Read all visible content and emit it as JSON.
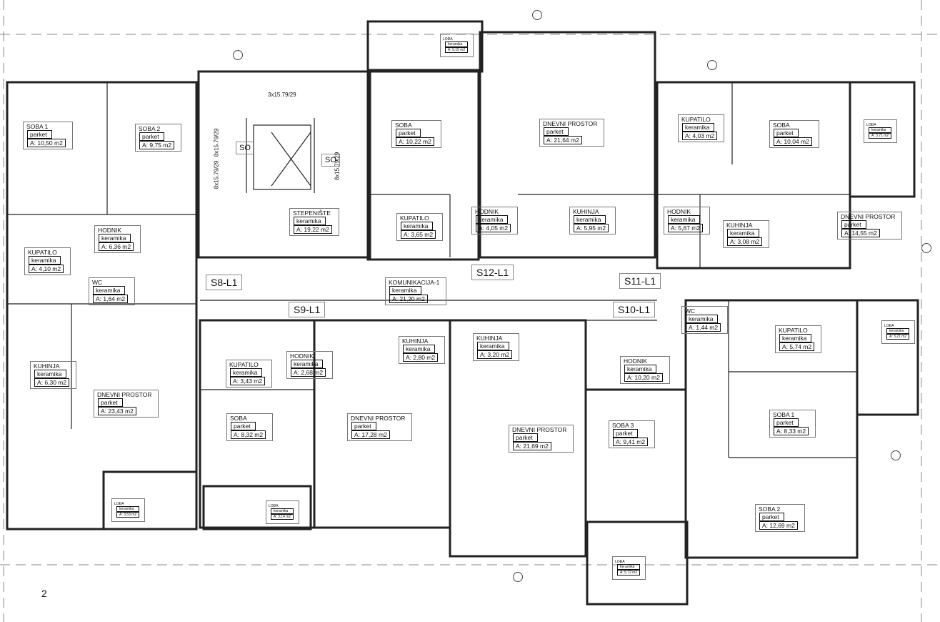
{
  "page_number": "2",
  "units": [
    "S8-L1",
    "S9-L1",
    "S10-L1",
    "S11-L1",
    "S12-L1"
  ],
  "stair": {
    "so1": "SO",
    "so2": "SO",
    "run1": "3x15.79/29",
    "run2": "8x15.79/29",
    "run3": "8x15.79/29",
    "run4": "8x15.79/29"
  },
  "rooms": [
    {
      "name": "SOBA 1",
      "finish": "parket",
      "area": "A: 10,50 m2"
    },
    {
      "name": "SOBA 2",
      "finish": "parket",
      "area": "A: 9,75 m2"
    },
    {
      "name": "SOBA",
      "finish": "parket",
      "area": "A: 10,22 m2"
    },
    {
      "name": "DNEVNI PROSTOR",
      "finish": "parket",
      "area": "A: 21,64 m2"
    },
    {
      "name": "KUPATILO",
      "finish": "keramika",
      "area": "A: 4,03 m2"
    },
    {
      "name": "SOBA",
      "finish": "parket",
      "area": "A: 10,04 m2"
    },
    {
      "name": "STEPENIŠTE",
      "finish": "keramika",
      "area": "A: 19,22 m2"
    },
    {
      "name": "KUPATILO",
      "finish": "keramika",
      "area": "A: 3,65 m2"
    },
    {
      "name": "HODNIK",
      "finish": "keramika",
      "area": "A: 4,05 m2"
    },
    {
      "name": "KUHINJA",
      "finish": "keramika",
      "area": "A: 5,95 m2"
    },
    {
      "name": "HODNIK",
      "finish": "keramika",
      "area": "A: 5,67 m2"
    },
    {
      "name": "KUHINJA",
      "finish": "keramika",
      "area": "A: 3,08 m2"
    },
    {
      "name": "DNEVNI PROSTOR",
      "finish": "parket",
      "area": "A: 14,55 m2"
    },
    {
      "name": "HODNIK",
      "finish": "keramika",
      "area": "A: 6,36 m2"
    },
    {
      "name": "KUPATILO",
      "finish": "keramika",
      "area": "A: 4,10 m2"
    },
    {
      "name": "WC",
      "finish": "keramika",
      "area": "A: 1,64 m2"
    },
    {
      "name": "KOMUNIKACIJA-1",
      "finish": "keramika",
      "area": "A: 21,20 m2"
    },
    {
      "name": "WC",
      "finish": "keramika",
      "area": "A: 1,44 m2"
    },
    {
      "name": "KUPATILO",
      "finish": "keramika",
      "area": "A: 5,74 m2"
    },
    {
      "name": "KUHINJA",
      "finish": "keramika",
      "area": "A: 2,80 m2"
    },
    {
      "name": "KUHINJA",
      "finish": "keramika",
      "area": "A: 3,20 m2"
    },
    {
      "name": "HODNIK",
      "finish": "keramika",
      "area": "A: 2,68 m2"
    },
    {
      "name": "KUPATILO",
      "finish": "keramika",
      "area": "A: 3,43 m2"
    },
    {
      "name": "KUHINJA",
      "finish": "keramika",
      "area": "A: 6,30 m2"
    },
    {
      "name": "HODNIK",
      "finish": "keramika",
      "area": "A: 10,20 m2"
    },
    {
      "name": "DNEVNI PROSTOR",
      "finish": "parket",
      "area": "A: 23,43 m2"
    },
    {
      "name": "SOBA",
      "finish": "parket",
      "area": "A: 8,32 m2"
    },
    {
      "name": "DNEVNI PROSTOR",
      "finish": "parket",
      "area": "A: 17,28 m2"
    },
    {
      "name": "SOBA 1",
      "finish": "parket",
      "area": "A: 8,33 m2"
    },
    {
      "name": "SOBA 3",
      "finish": "parket",
      "area": "A: 9,41 m2"
    },
    {
      "name": "DNEVNI PROSTOR",
      "finish": "parket",
      "area": "A: 21,69 m2"
    },
    {
      "name": "SOBA 2",
      "finish": "parket",
      "area": "A: 12,69 m2"
    }
  ],
  "loggias": [
    {
      "name": "LOĐA",
      "finish": "keramika",
      "area": "A: 5,15 m2"
    },
    {
      "name": "LOĐA",
      "finish": "keramika",
      "area": "A: 3,71 m2"
    },
    {
      "name": "LOĐA",
      "finish": "keramika",
      "area": "A: 3,53 m2"
    },
    {
      "name": "LOĐA",
      "finish": "keramika",
      "area": "A: 3,14 m2"
    },
    {
      "name": "LOĐA",
      "finish": "keramika",
      "area": "A: 3,21 m2"
    },
    {
      "name": "LOĐA",
      "finish": "keramika",
      "area": "A: 5,72 m2"
    }
  ]
}
